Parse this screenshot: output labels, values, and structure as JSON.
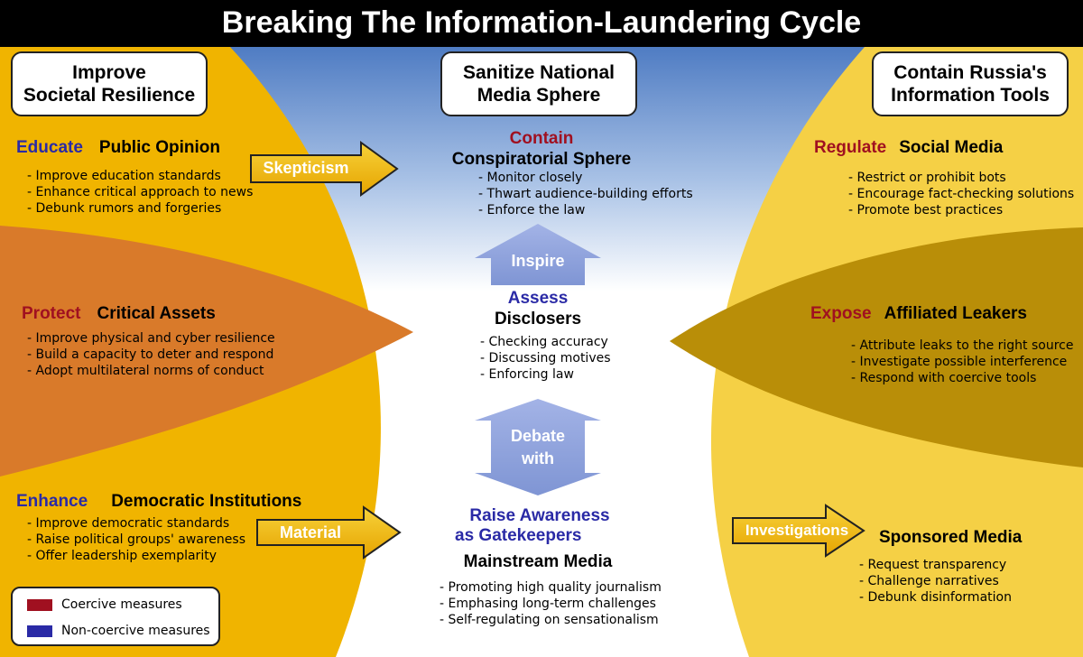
{
  "title": "Breaking The Information-Laundering Cycle",
  "colors": {
    "coercive": "#a01020",
    "non_coercive": "#2a2aa6",
    "left_panel": "#f0b400",
    "left_middle_band": "#d97a2a",
    "right_panel": "#f5d045",
    "right_middle_band": "#b98e08",
    "center_sky": "#5a86c8",
    "arrow_fill": "#8fa3dc"
  },
  "headers": {
    "left": [
      "Improve",
      "Societal Resilience"
    ],
    "center": [
      "Sanitize National",
      "Media Sphere"
    ],
    "right": [
      "Contain Russia's",
      "Information Tools"
    ]
  },
  "sections": {
    "educate": {
      "verb": "Educate",
      "topic": "Public Opinion",
      "items": [
        "Improve education standards",
        "Enhance critical approach to news",
        "Debunk rumors and forgeries"
      ]
    },
    "protect": {
      "verb": "Protect",
      "topic": "Critical Assets",
      "items": [
        "Improve physical and cyber resilience",
        "Build a capacity to deter and respond",
        "Adopt multilateral norms of conduct"
      ]
    },
    "enhance": {
      "verb": "Enhance",
      "topic": "Democratic Institutions",
      "items": [
        "Improve democratic standards",
        "Raise political groups' awareness",
        "Offer leadership exemplarity"
      ]
    },
    "contain": {
      "verb": "Contain",
      "topic": "Conspiratorial Sphere",
      "items": [
        "Monitor closely",
        "Thwart audience-building efforts",
        "Enforce the law"
      ]
    },
    "assess": {
      "verb": "Assess",
      "topic": "Disclosers",
      "items": [
        "Checking accuracy",
        "Discussing motives",
        "Enforcing law"
      ]
    },
    "raise": {
      "verb_lines": [
        "Raise Awareness",
        "as Gatekeepers"
      ],
      "topic": "Mainstream Media",
      "items": [
        "Promoting high quality journalism",
        "Emphasing long-term challenges",
        "Self-regulating on sensationalism"
      ]
    },
    "regulate": {
      "verb": "Regulate",
      "topic": "Social Media",
      "items": [
        "Restrict or prohibit bots",
        "Encourage fact-checking solutions",
        "Promote best practices"
      ]
    },
    "expose": {
      "verb": "Expose",
      "topic": "Affiliated Leakers",
      "items": [
        "Attribute leaks to the right source",
        "Investigate possible interference",
        "Respond with coercive tools"
      ]
    },
    "sponsored": {
      "topic": "Sponsored Media",
      "items": [
        "Request transparency",
        "Challenge narratives",
        "Debunk disinformation"
      ]
    }
  },
  "arrows": {
    "skepticism": "Skepticism",
    "material": "Material",
    "investigations": "Investigations",
    "inspire": "Inspire",
    "debate": [
      "Debate",
      "with"
    ]
  },
  "legend": [
    {
      "label": "Coercive measures",
      "color": "#a01020"
    },
    {
      "label": "Non-coercive measures",
      "color": "#2a2aa6"
    }
  ]
}
